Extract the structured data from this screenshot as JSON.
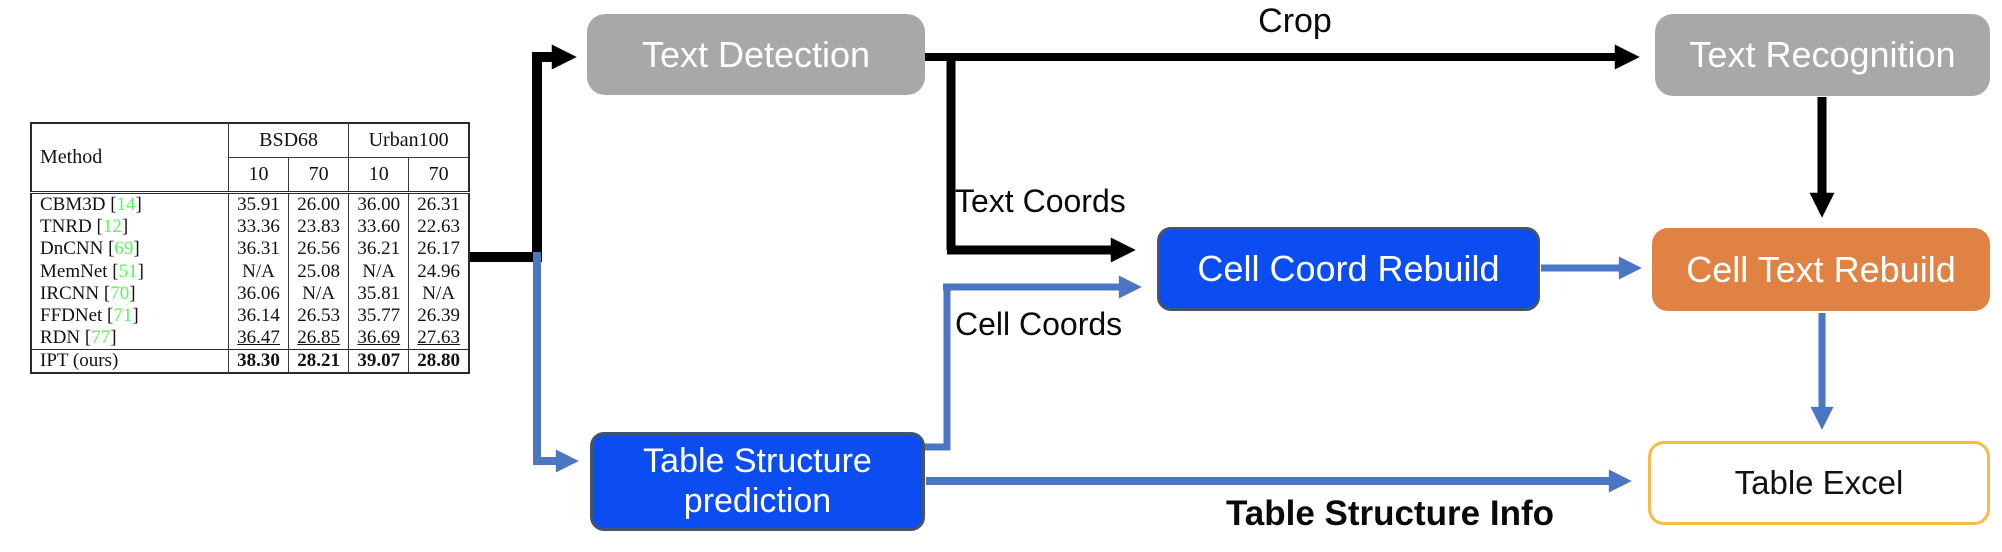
{
  "diagram": {
    "nodes": {
      "text_detection": {
        "label": "Text Detection"
      },
      "text_recognition": {
        "label": "Text Recognition"
      },
      "cell_coord_rebuild": {
        "label": "Cell Coord Rebuild"
      },
      "cell_text_rebuild": {
        "label": "Cell Text Rebuild"
      },
      "table_structure_prediction": {
        "label_line1": "Table Structure",
        "label_line2": "prediction"
      },
      "table_excel": {
        "label": "Table Excel"
      }
    },
    "edge_labels": {
      "crop": "Crop",
      "text_coords": "Text Coords",
      "cell_coords": "Cell Coords",
      "table_structure_info": "Table Structure Info"
    },
    "colors": {
      "gray_box": "#a8a8a8",
      "blue_box": "#0c4df2",
      "blue_box_border": "#44546a",
      "orange_box": "#df8244",
      "gold_border": "#f8bc45",
      "blue_arrow": "#4a76c4",
      "black_arrow": "#000000",
      "citation_green": "#57f857"
    }
  },
  "results_table": {
    "method_header": "Method",
    "col_groups": [
      {
        "label": "BSD68",
        "sub": [
          "10",
          "70"
        ]
      },
      {
        "label": "Urban100",
        "sub": [
          "10",
          "70"
        ]
      }
    ],
    "rows": [
      {
        "method": "CBM3D",
        "ref": "14",
        "values": [
          "35.91",
          "26.00",
          "36.00",
          "26.31"
        ],
        "style": "normal"
      },
      {
        "method": "TNRD",
        "ref": "12",
        "values": [
          "33.36",
          "23.83",
          "33.60",
          "22.63"
        ],
        "style": "normal"
      },
      {
        "method": "DnCNN",
        "ref": "69",
        "values": [
          "36.31",
          "26.56",
          "36.21",
          "26.17"
        ],
        "style": "normal"
      },
      {
        "method": "MemNet",
        "ref": "51",
        "values": [
          "N/A",
          "25.08",
          "N/A",
          "24.96"
        ],
        "style": "normal"
      },
      {
        "method": "IRCNN",
        "ref": "70",
        "values": [
          "36.06",
          "N/A",
          "35.81",
          "N/A"
        ],
        "style": "normal"
      },
      {
        "method": "FFDNet",
        "ref": "71",
        "values": [
          "36.14",
          "26.53",
          "35.77",
          "26.39"
        ],
        "style": "normal"
      },
      {
        "method": "RDN",
        "ref": "77",
        "values": [
          "36.47",
          "26.85",
          "36.69",
          "27.63"
        ],
        "style": "underline"
      },
      {
        "method": "IPT (ours)",
        "ref": null,
        "values": [
          "38.30",
          "28.21",
          "39.07",
          "28.80"
        ],
        "style": "bold"
      }
    ]
  }
}
